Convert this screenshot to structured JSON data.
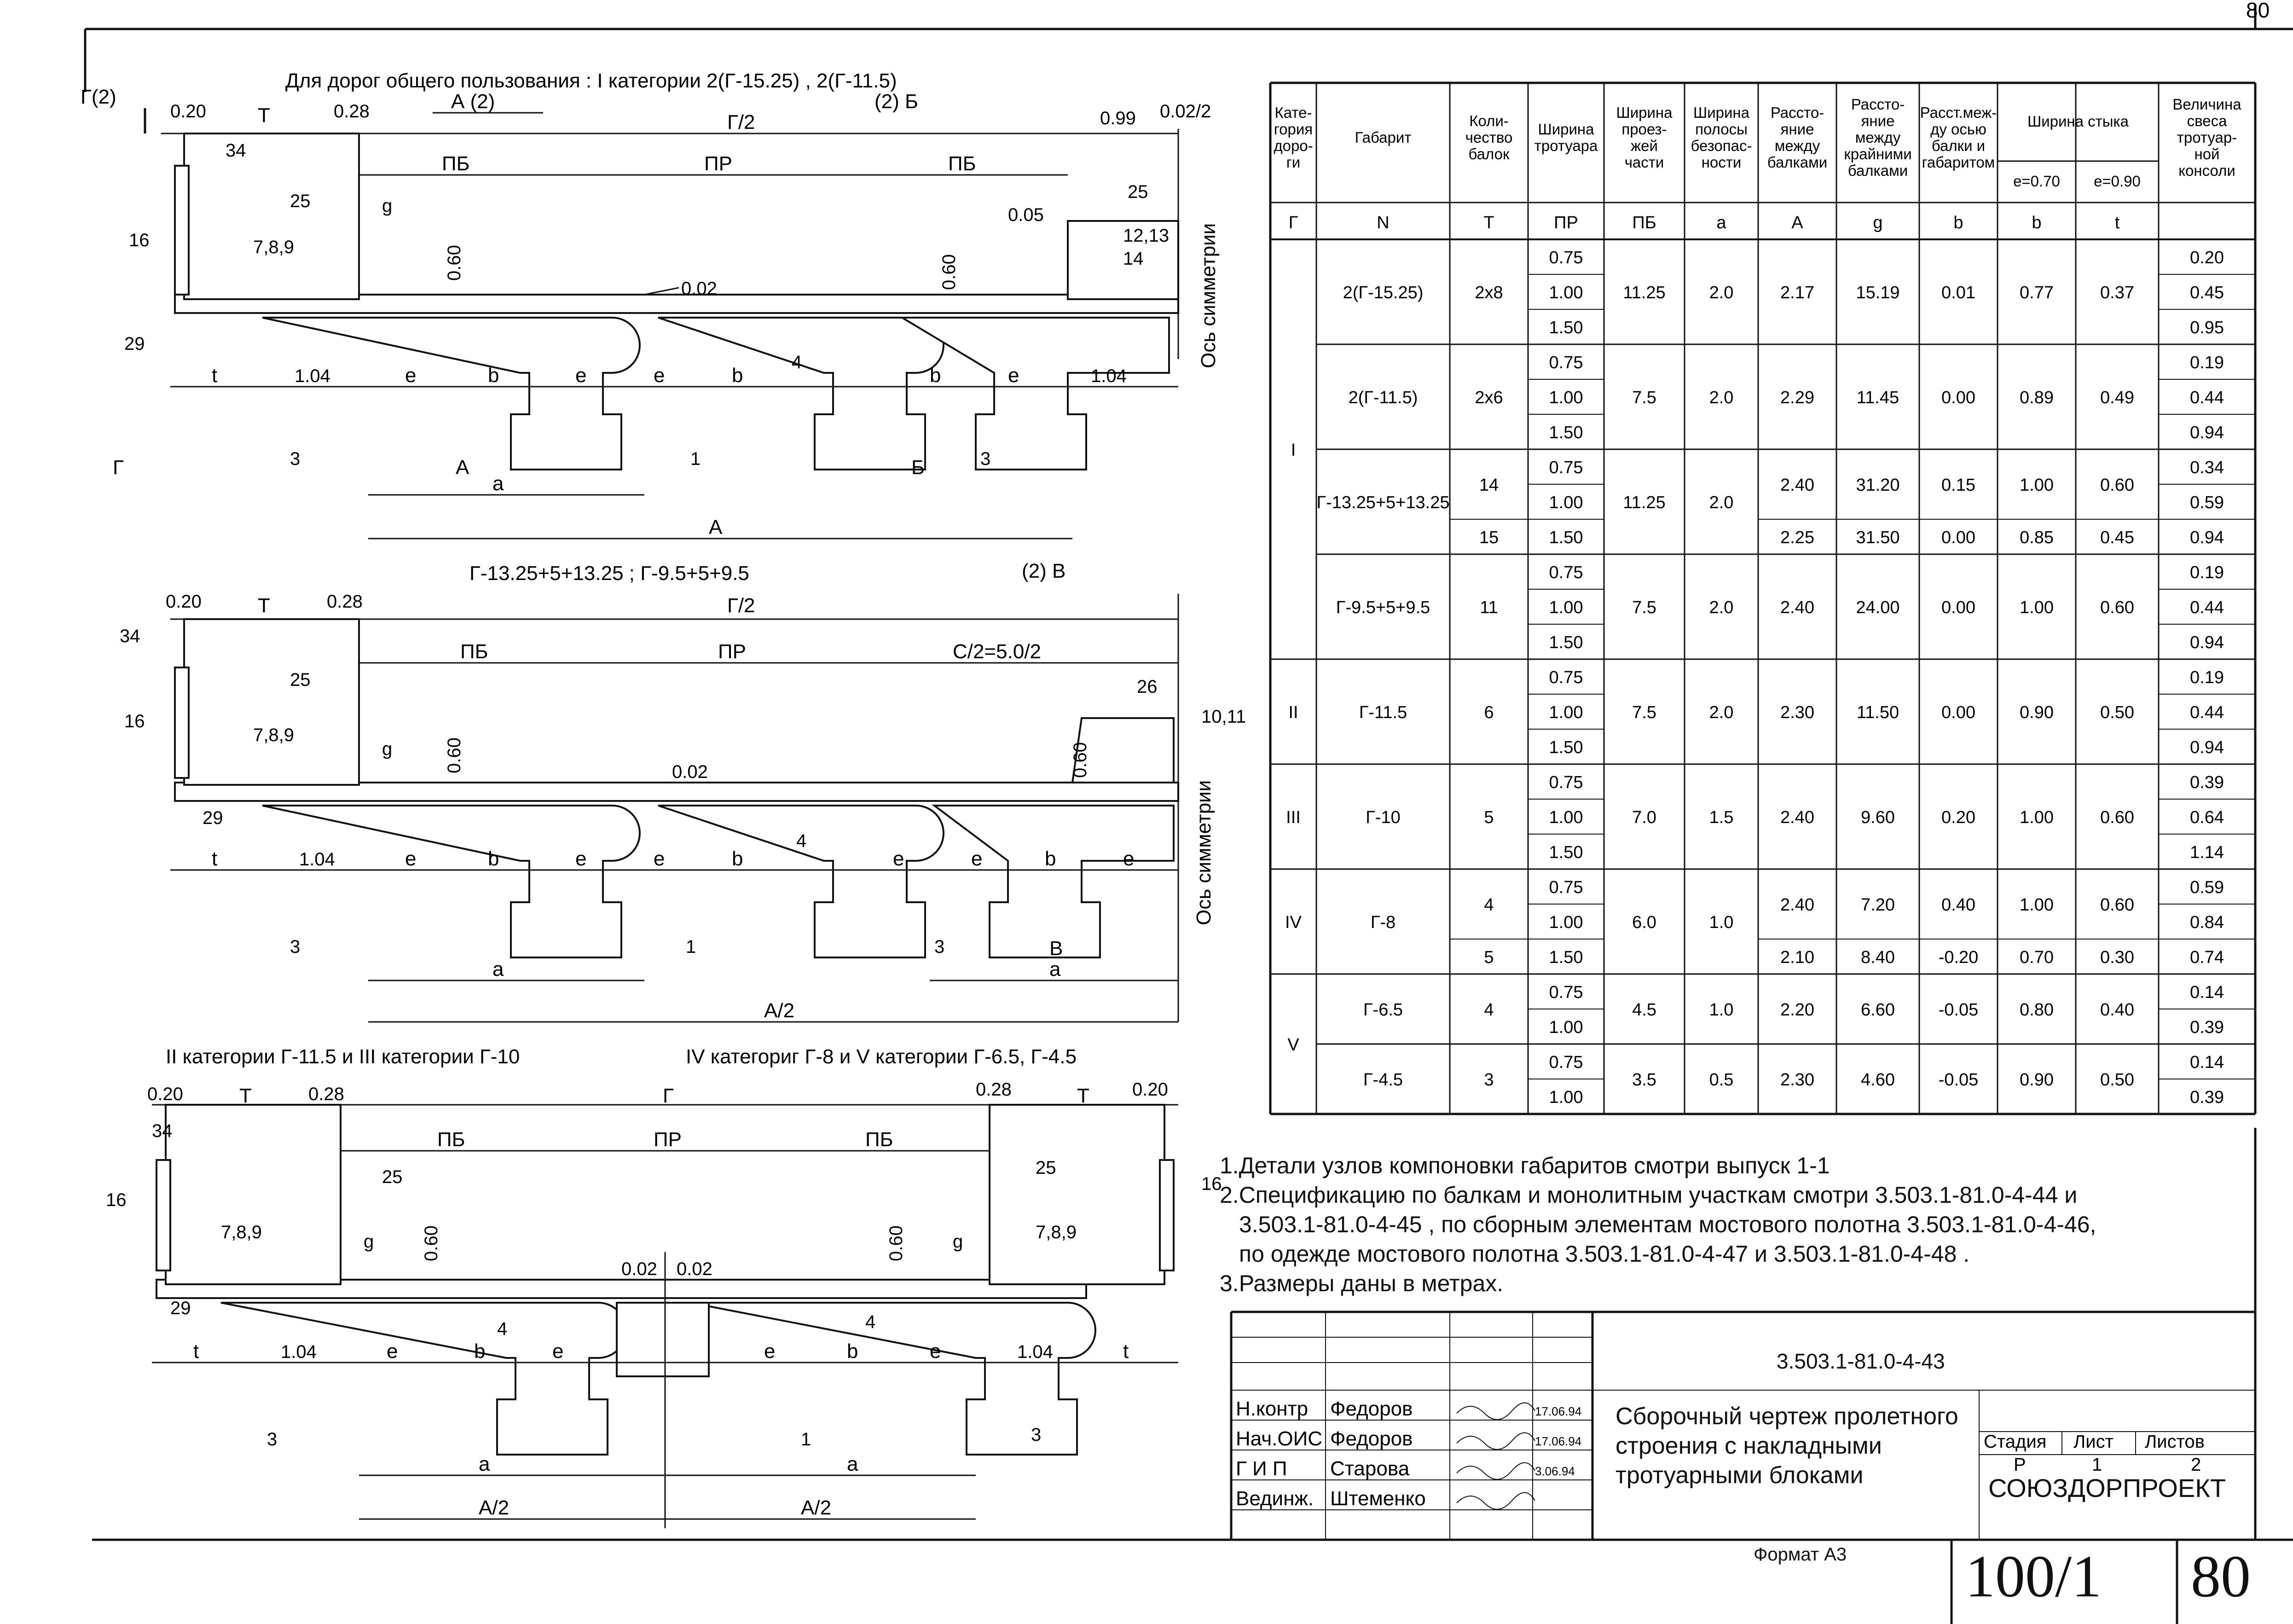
{
  "corner_mark": "80",
  "sections": {
    "s1_title": "Для дорог общего пользования : I категории 2(Г-15.25) , 2(Г-11.5)",
    "s2_title": "Г-13.25+5+13.25 ; Г-9.5+5+9.5",
    "s3_title_left": "II категории Г-11.5 и III категории Г-10",
    "s3_title_right": "IV категориг Г-8 и V категории Г-6.5, Г-4.5"
  },
  "labels": {
    "sym_axis": "Ось симметрии",
    "g2": "Г(2)",
    "g": "Г",
    "a2": "А (2)",
    "a": "А",
    "b2": "(2) Б",
    "b": "Б",
    "v2": "(2) В",
    "v": "В",
    "T": "T",
    "t": "t",
    "G2": "Г/2",
    "G": "Г",
    "PB": "ПБ",
    "PR": "ПР",
    "C2": "C/2=5.0/2",
    "a_dim": "a",
    "A_dim": "A",
    "A2_dim": "A/2",
    "e": "e",
    "bb": "b",
    "gap_g": "g",
    "d020": "0.20",
    "d028": "0.28",
    "d099": "0.99",
    "d002_2": "0.02/2",
    "d104": "1.04",
    "d060": "0.60",
    "d005": "0.05",
    "slope": "0.02",
    "n34": "34",
    "n16": "16",
    "n25": "25",
    "n29": "29",
    "n789": "7,8,9",
    "n1213": "12,13",
    "n14": "14",
    "n4": "4",
    "n3": "3",
    "n1": "1",
    "n26": "26",
    "n1011": "10,11"
  },
  "table": {
    "headers": [
      "Кате-\nгория\nдоро-\nги",
      "Габарит",
      "Коли-\nчество\nбалок",
      "Ширина\nтротуара",
      "Ширина\nпроез-\nжей\nчасти",
      "Ширина\nполосы\nбезопас-\nности",
      "Рассто-\nяние\nмежду\nбалками",
      "Рассто-\nяние\nмежду\nкрайними\nбалками",
      "Расст.меж-\nду осью\nбалки и\nгабаритом",
      "Ширина стыка",
      "Величина\nсвеса\nтротуар-\nной\nконсоли"
    ],
    "sub_e070": "e=0.70",
    "sub_e090": "e=0.90",
    "symbols": [
      "Г",
      "N",
      "T",
      "ПР",
      "ПБ",
      "a",
      "A",
      "g",
      "b",
      "b",
      "t"
    ],
    "categories": [
      "I",
      "II",
      "III",
      "IV",
      "V"
    ],
    "groups": [
      {
        "gab": "2(Г-15.25)",
        "n": "2x8",
        "T": [
          "0.75",
          "1.00",
          "1.50"
        ],
        "pr": "11.25",
        "pb": "2.0",
        "a": "2.17",
        "A": "15.19",
        "g": "0.01",
        "b1": "0.77",
        "b2": "0.37",
        "t": [
          "0.20",
          "0.45",
          "0.95"
        ]
      },
      {
        "gab": "2(Г-11.5)",
        "n": "2x6",
        "T": [
          "0.75",
          "1.00",
          "1.50"
        ],
        "pr": "7.5",
        "pb": "2.0",
        "a": "2.29",
        "A": "11.45",
        "g": "0.00",
        "b1": "0.89",
        "b2": "0.49",
        "t": [
          "0.19",
          "0.44",
          "0.94"
        ]
      },
      {
        "gab": "Г-13.25+5+13.25",
        "n": "14",
        "n2": "15",
        "T": [
          "0.75",
          "1.00",
          "1.50"
        ],
        "pr": "11.25",
        "pb": "2.0",
        "a": "2.40",
        "a2": "2.25",
        "A": "31.20",
        "A2": "31.50",
        "g": "0.15",
        "g2": "0.00",
        "b1": "1.00",
        "b1_2": "0.85",
        "b2": "0.60",
        "b2_2": "0.45",
        "t": [
          "0.34",
          "0.59",
          "0.94"
        ]
      },
      {
        "gab": "Г-9.5+5+9.5",
        "n": "11",
        "T": [
          "0.75",
          "1.00",
          "1.50"
        ],
        "pr": "7.5",
        "pb": "2.0",
        "a": "2.40",
        "A": "24.00",
        "g": "0.00",
        "b1": "1.00",
        "b2": "0.60",
        "t": [
          "0.19",
          "0.44",
          "0.94"
        ]
      },
      {
        "gab": "Г-11.5",
        "n": "6",
        "T": [
          "0.75",
          "1.00",
          "1.50"
        ],
        "pr": "7.5",
        "pb": "2.0",
        "a": "2.30",
        "A": "11.50",
        "g": "0.00",
        "b1": "0.90",
        "b2": "0.50",
        "t": [
          "0.19",
          "0.44",
          "0.94"
        ]
      },
      {
        "gab": "Г-10",
        "n": "5",
        "T": [
          "0.75",
          "1.00",
          "1.50"
        ],
        "pr": "7.0",
        "pb": "1.5",
        "a": "2.40",
        "A": "9.60",
        "g": "0.20",
        "b1": "1.00",
        "b2": "0.60",
        "t": [
          "0.39",
          "0.64",
          "1.14"
        ]
      },
      {
        "gab": "Г-8",
        "n": "4",
        "n2": "5",
        "T": [
          "0.75",
          "1.00",
          "1.50"
        ],
        "pr": "6.0",
        "pb": "1.0",
        "a": "2.40",
        "a2": "2.10",
        "A": "7.20",
        "A2": "8.40",
        "g": "0.40",
        "g2": "-0.20",
        "b1": "1.00",
        "b1_2": "0.70",
        "b2": "0.60",
        "b2_2": "0.30",
        "t": [
          "0.59",
          "0.84",
          "0.74"
        ]
      },
      {
        "gab": "Г-6.5",
        "n": "4",
        "T": [
          "0.75",
          "1.00"
        ],
        "pr": "4.5",
        "pb": "1.0",
        "a": "2.20",
        "A": "6.60",
        "g": "-0.05",
        "b1": "0.80",
        "b2": "0.40",
        "t": [
          "0.14",
          "0.39"
        ]
      },
      {
        "gab": "Г-4.5",
        "n": "3",
        "T": [
          "0.75",
          "1.00"
        ],
        "pr": "3.5",
        "pb": "0.5",
        "a": "2.30",
        "A": "4.60",
        "g": "-0.05",
        "b1": "0.90",
        "b2": "0.50",
        "t": [
          "0.14",
          "0.39"
        ]
      }
    ]
  },
  "notes": [
    "1.Детали узлов компоновки габаритов смотри выпуск 1-1",
    "2.Спецификацию по балкам и монолитным участкам смотри 3.503.1-81.0-4-44 и",
    "3.503.1-81.0-4-45 , по сборным элементам мостового полотна 3.503.1-81.0-4-46,",
    "по одежде мостового полотна 3.503.1-81.0-4-47 и 3.503.1-81.0-4-48 .",
    "3.Размеры даны в метрах."
  ],
  "title_block": {
    "doc_code": "3.503.1-81.0-4-43",
    "roles": [
      "Н.контр",
      "Нач.ОИС",
      "Г И П",
      "Вединж."
    ],
    "names": [
      "Федоров",
      "Федоров",
      "Старова",
      "Штеменко"
    ],
    "dates": [
      "17.06.94",
      "17.06.94",
      "3.06.94",
      ""
    ],
    "title": "Сборочный чертеж пролетного строения с накладными тротуарными блоками",
    "stage_h": "Стадия",
    "sheet_h": "Лист",
    "sheets_h": "Листов",
    "stage": "Р",
    "sheet": "1",
    "sheets": "2",
    "org": "СОЮЗДОРПРОЕКТ",
    "format": "Формат А3",
    "album": "100/1",
    "page": "80"
  }
}
